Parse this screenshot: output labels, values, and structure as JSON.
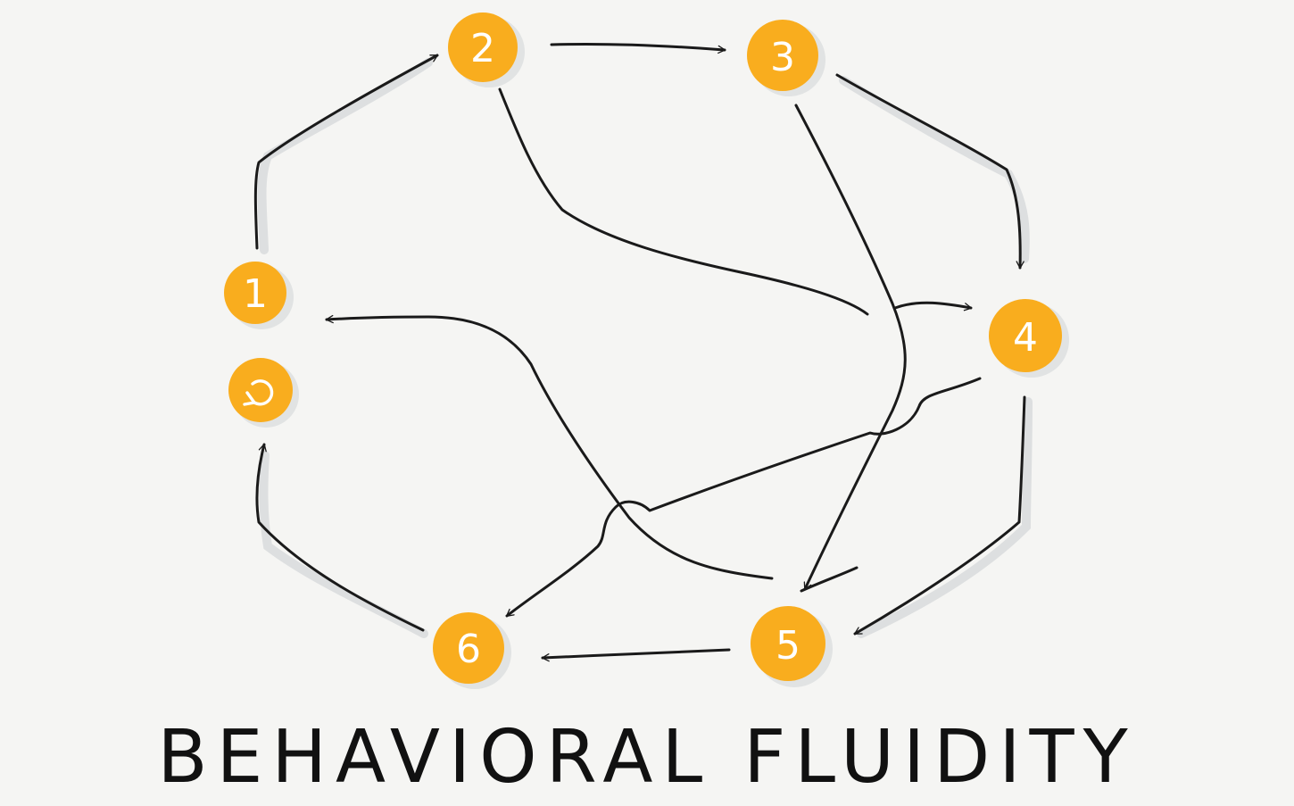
{
  "title": "BEHAVIORAL FLUIDITY",
  "nodes": [
    {
      "id": "n1",
      "label": "1",
      "kind": "number"
    },
    {
      "id": "n2",
      "label": "2",
      "kind": "number"
    },
    {
      "id": "n3",
      "label": "3",
      "kind": "number"
    },
    {
      "id": "n4",
      "label": "4",
      "kind": "number"
    },
    {
      "id": "n5",
      "label": "5",
      "kind": "number"
    },
    {
      "id": "n6",
      "label": "6",
      "kind": "number"
    },
    {
      "id": "repeat",
      "label": "",
      "kind": "icon",
      "icon": "repeat-icon"
    }
  ],
  "edges": [
    {
      "from": "n1",
      "to": "n2"
    },
    {
      "from": "n2",
      "to": "n3"
    },
    {
      "from": "n3",
      "to": "n4"
    },
    {
      "from": "n4",
      "to": "n5"
    },
    {
      "from": "n5",
      "to": "n6"
    },
    {
      "from": "n6",
      "to": "repeat"
    },
    {
      "from": "n2",
      "to": "n4"
    },
    {
      "from": "n3",
      "to": "n5"
    },
    {
      "from": "n4",
      "to": "n6"
    },
    {
      "from": "n5",
      "to": "n1"
    }
  ],
  "colors": {
    "node": "#f9ad1e",
    "node_text": "#ffffff",
    "stroke": "#1a1a1a",
    "shadow": "#c9ccd0",
    "background": "#f5f5f3"
  }
}
